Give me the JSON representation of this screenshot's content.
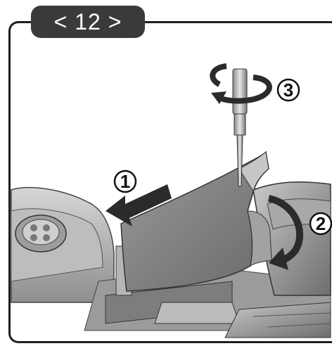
{
  "page": {
    "step_label": "< 12 >"
  },
  "callouts": [
    {
      "id": "1",
      "text": "1"
    },
    {
      "id": "2",
      "text": "2"
    },
    {
      "id": "3",
      "text": "3"
    }
  ],
  "colors": {
    "frame": "#1e1e1e",
    "tab_bg": "#3a3a3a",
    "tab_text": "#ffffff",
    "arrow": "#2b2b2b"
  },
  "icons": [
    "rotate-arrow-icon",
    "direction-arrow-icon",
    "screwdriver-icon"
  ]
}
